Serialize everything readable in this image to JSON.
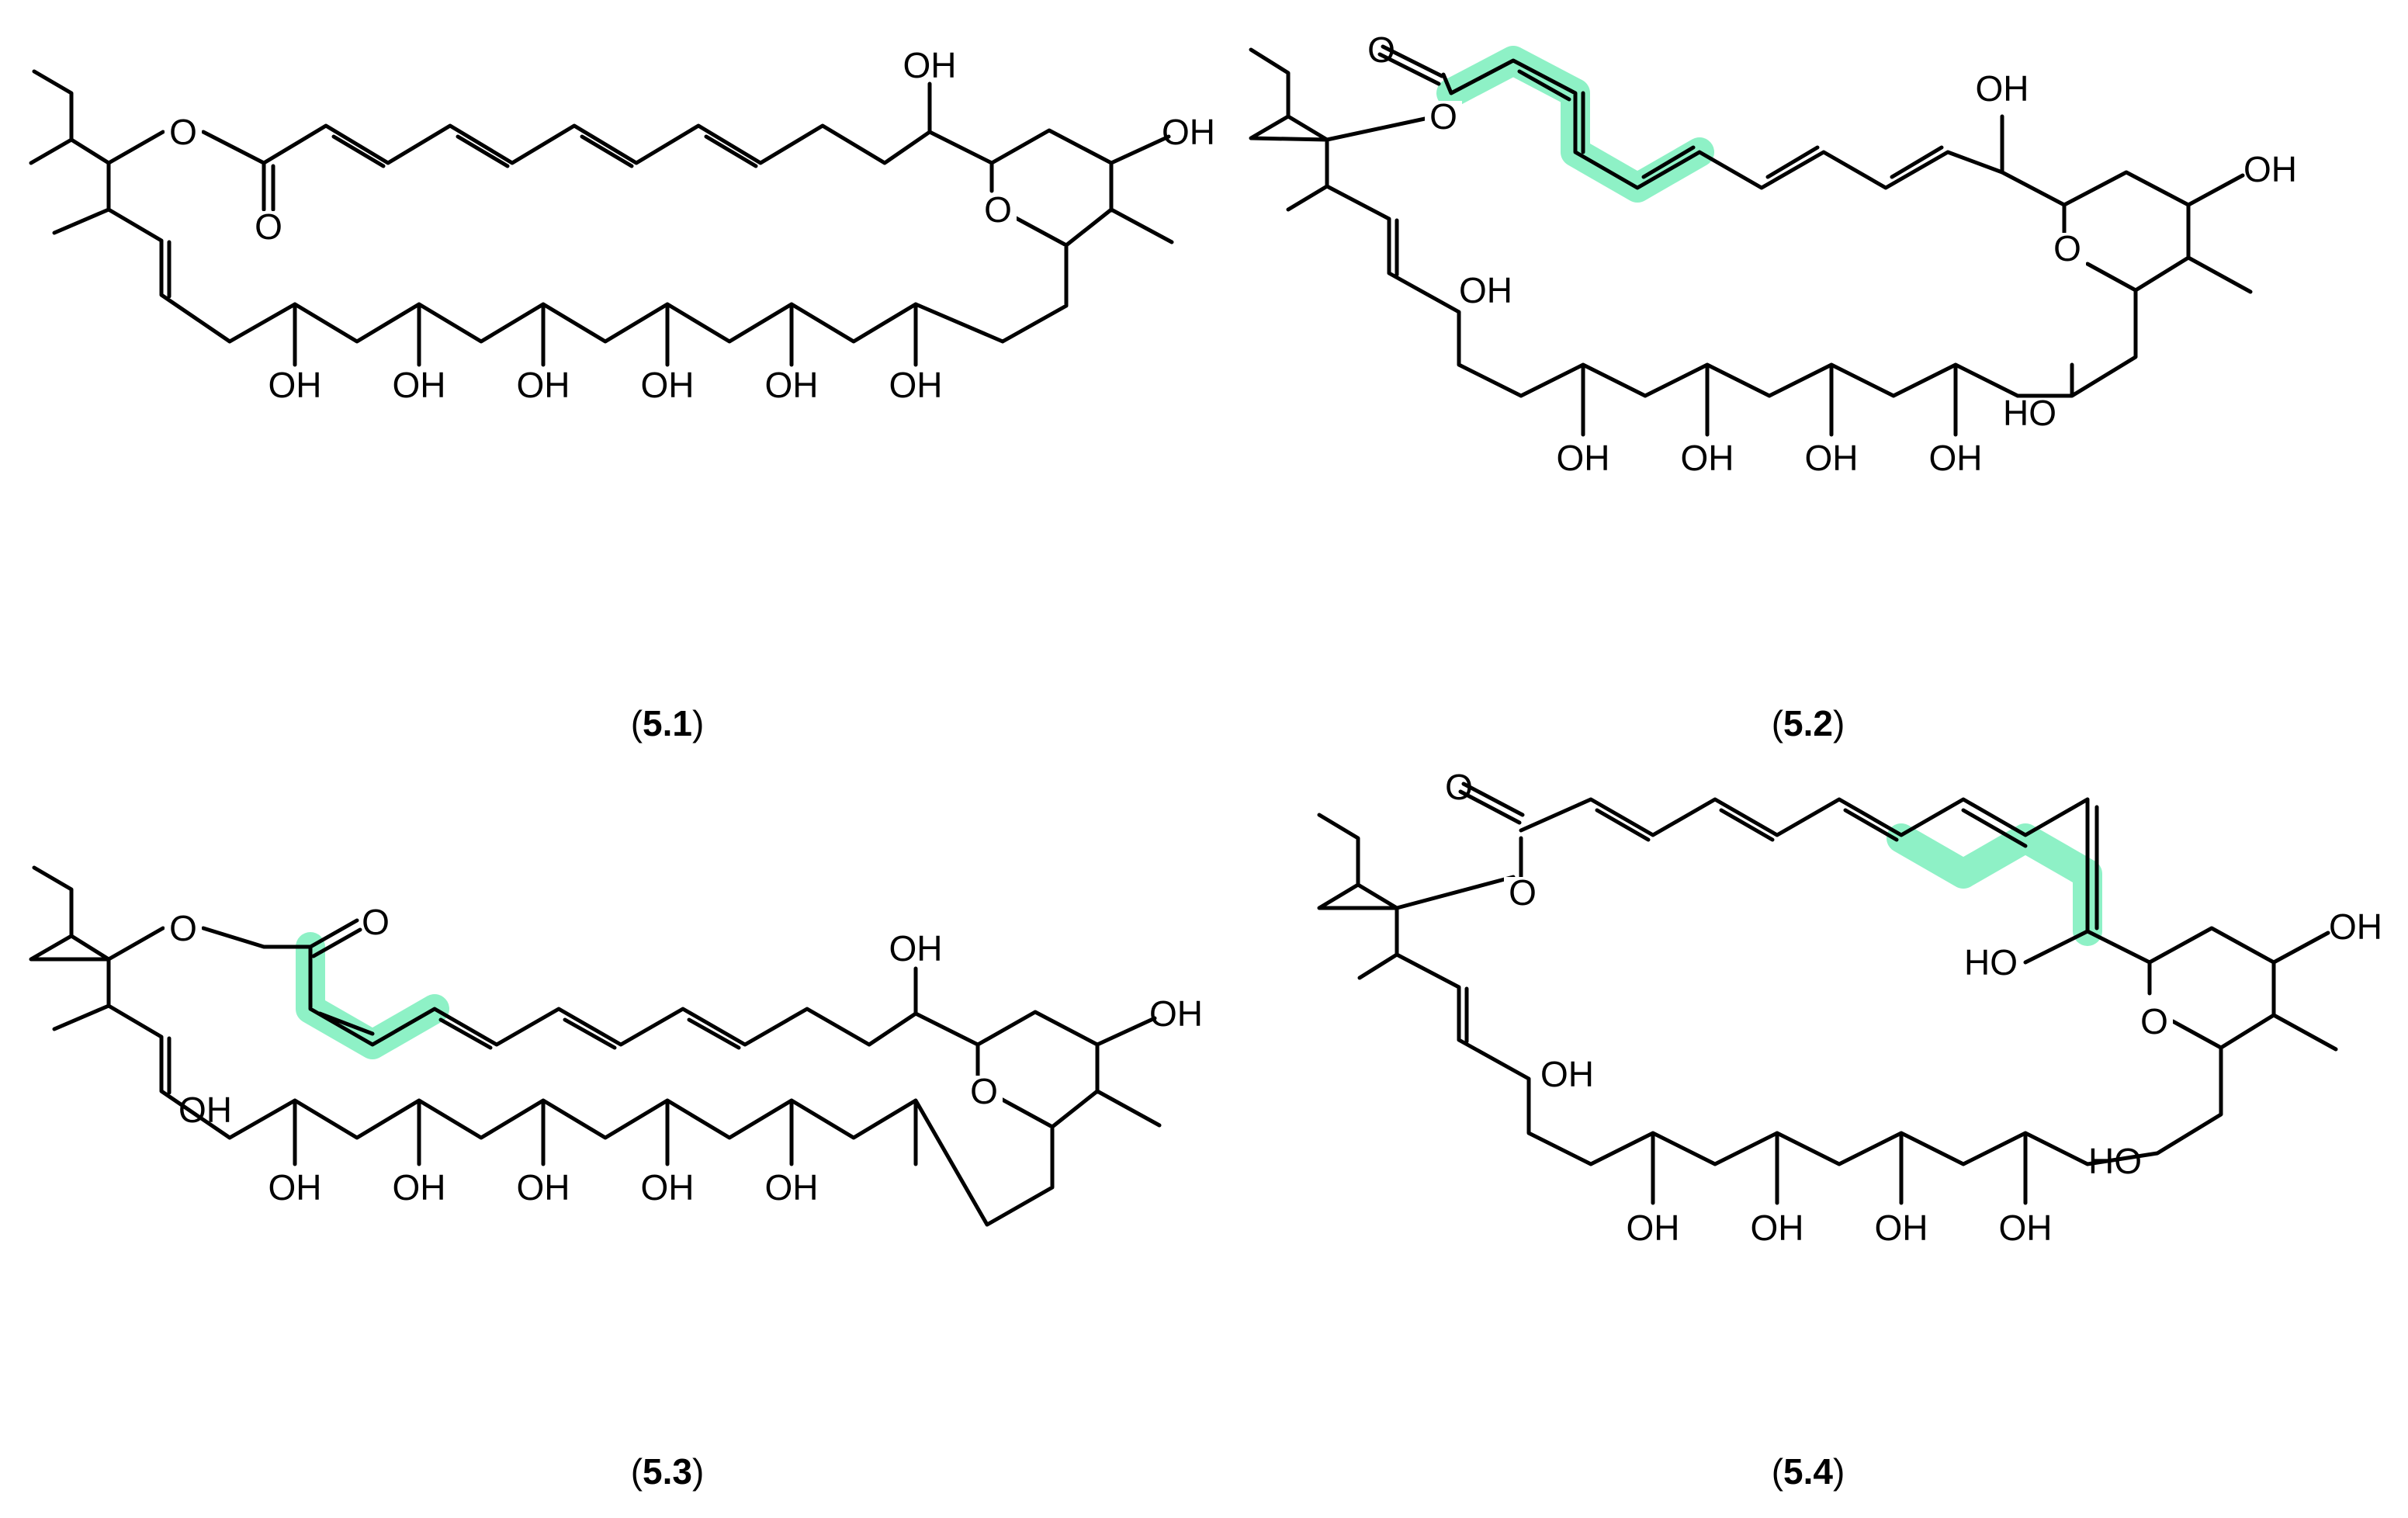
{
  "figure": {
    "highlight_color": "#8ef1c6",
    "bond_color": "#000000",
    "background": "#ffffff"
  },
  "atoms": {
    "oh": "OH",
    "ho": "HO",
    "o": "O"
  },
  "compounds": [
    {
      "id": "c1",
      "label": "5.1",
      "open": "(",
      "close": ")"
    },
    {
      "id": "c2",
      "label": "5.2",
      "open": "(",
      "close": ")"
    },
    {
      "id": "c3",
      "label": "5.3",
      "open": "(",
      "close": ")"
    },
    {
      "id": "c4",
      "label": "5.4",
      "open": "(",
      "close": ")"
    }
  ]
}
